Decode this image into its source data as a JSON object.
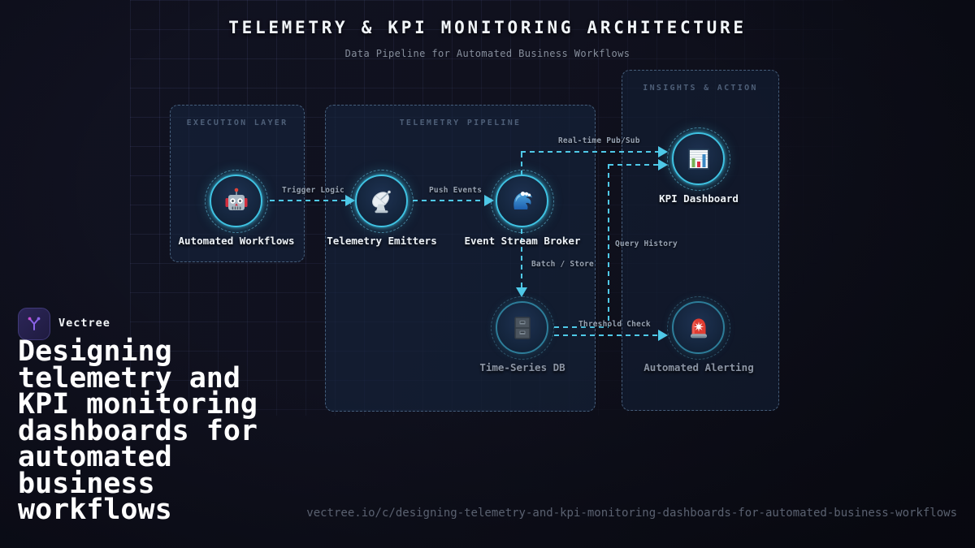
{
  "header": {
    "title": "TELEMETRY & KPI MONITORING ARCHITECTURE",
    "subtitle": "Data Pipeline for Automated Business Workflows"
  },
  "diagram": {
    "groups": [
      {
        "label": "EXECUTION LAYER"
      },
      {
        "label": "TELEMETRY PIPELINE"
      },
      {
        "label": "INSIGHTS & ACTION"
      }
    ],
    "nodes": [
      {
        "id": "automated-workflows",
        "label": "Automated Workflows",
        "icon": "robot-icon"
      },
      {
        "id": "telemetry-emitters",
        "label": "Telemetry Emitters",
        "icon": "satellite-dish-icon"
      },
      {
        "id": "event-stream-broker",
        "label": "Event Stream Broker",
        "icon": "wave-icon"
      },
      {
        "id": "kpi-dashboard",
        "label": "KPI Dashboard",
        "icon": "bar-chart-icon"
      },
      {
        "id": "time-series-db",
        "label": "Time-Series DB",
        "icon": "file-cabinet-icon"
      },
      {
        "id": "automated-alerting",
        "label": "Automated Alerting",
        "icon": "siren-icon"
      }
    ],
    "edges": [
      {
        "label": "Trigger Logic"
      },
      {
        "label": "Push Events"
      },
      {
        "label": "Real-time Pub/Sub"
      },
      {
        "label": "Batch / Store"
      },
      {
        "label": "Query History"
      },
      {
        "label": "Threshold Check"
      }
    ]
  },
  "brand": {
    "name": "Vectree",
    "headline": "Designing\ntelemetry and\nKPI monitoring\ndashboards for\nautomated\nbusiness\nworkflows"
  },
  "footer": {
    "url": "vectree.io/c/designing-telemetry-and-kpi-monitoring-dashboards-for-automated-business-workflows"
  },
  "colors": {
    "accent_cyan": "#4fc9e8",
    "box_border": "#6a8cb0",
    "background": "#0b0c15",
    "label_bright": "#edf2f7",
    "label_dim": "#8b94a4",
    "brand_purple": "#8a63e8"
  }
}
